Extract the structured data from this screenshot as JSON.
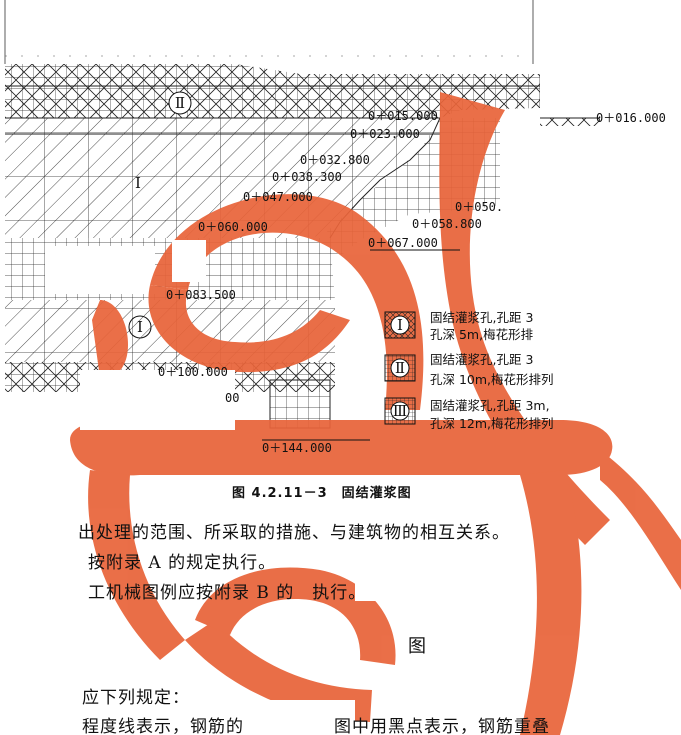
{
  "colors": {
    "watermark": "#e8643a",
    "ink": "#111111",
    "paper": "#ffffff"
  },
  "figure": {
    "zone_labels": [
      "Ⅱ",
      "Ⅰ",
      "Ⅰ"
    ],
    "stations": [
      "0＋015.000",
      "0＋023.000",
      "0＋032.800",
      "0＋038.300",
      "0＋047.000",
      "0＋060.000",
      "0＋050.",
      "0＋058.800",
      "0＋067.000",
      "0＋083.500",
      "0＋100.000",
      "00",
      "0＋144.000",
      "0＋016.000"
    ],
    "legend": [
      {
        "symbol": "Ⅰ",
        "line1": "固结灌浆孔,孔距 3",
        "line2": "孔深 5m,梅花形排"
      },
      {
        "symbol": "Ⅱ",
        "line1": "固结灌浆孔,孔距 3",
        "line2": "孔深 10m,梅花形排列"
      },
      {
        "symbol": "Ⅲ",
        "line1": "固结灌浆孔,孔距 3m,",
        "line2": "孔深 12m,梅花形排列"
      }
    ],
    "caption": "图 4.2.11－3　固结灌浆图"
  },
  "body": {
    "line1": "出处理的范围、所采取的措施、与建筑物的相互关系。",
    "line2": "按附录 A 的规定执行。",
    "line3": "工机械图例应按附录 B 的　执行。",
    "heading": "图",
    "line4": "应下列规定：",
    "line5": "程度线表示，钢筋的　　　　　图中用黑点表示，钢筋重叠"
  }
}
